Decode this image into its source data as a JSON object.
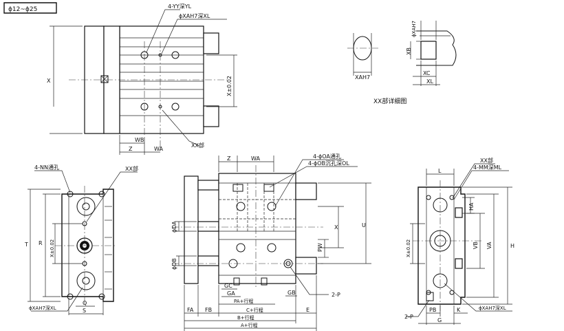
{
  "range_label": "ϕ12~ϕ25",
  "top_view": {
    "callout_yy": "4-YY深YL",
    "callout_xa": "ϕXAH7深XL",
    "dim_x": "X",
    "dim_x002": "X±0.02",
    "dim_wb": "WB",
    "dim_z": "Z",
    "dim_wa": "WA",
    "callout_xx": "XX部"
  },
  "detail": {
    "dim_xa_h7": "XAH7",
    "dim_xb": "XB",
    "dim_xa_vert": "ϕXAH7",
    "dim_xc": "XC",
    "dim_xl": "XL",
    "caption": "XX部详细图"
  },
  "left_view": {
    "callout_nn": "4-NN通孔",
    "callout_xx": "XX部",
    "dim_t": "T",
    "dim_r": "R",
    "dim_x002": "X±0.02",
    "dim_q": "Q",
    "dim_s": "S",
    "callout_xa": "ϕXAH7深XL"
  },
  "front_view": {
    "dim_z": "Z",
    "dim_wa": "WA",
    "callout_oa": "4-ϕOA通孔",
    "callout_ob": "4-ϕOB沉孔深OL",
    "dim_da": "ϕDA",
    "dim_db": "ϕDB",
    "dim_x": "X",
    "dim_u": "U",
    "dim_pw": "PW",
    "dim_gc": "GC",
    "dim_ga": "GA",
    "dim_gb": "GB",
    "callout_2p": "2-P",
    "dim_pa": "PA+行程",
    "dim_c": "C+行程",
    "dim_b": "B+行程",
    "dim_a": "A+行程",
    "dim_fa": "FA",
    "dim_fb": "FB",
    "dim_e": "E"
  },
  "right_view": {
    "dim_l": "L",
    "callout_xx": "XX部",
    "callout_mm": "4-MM深ML",
    "dim_ha": "HA",
    "dim_x002": "X±0.02",
    "dim_vb": "VB",
    "dim_va": "VA",
    "dim_h": "H",
    "callout_2p": "2-P",
    "dim_pb": "PB",
    "dim_k": "K",
    "dim_g": "G",
    "callout_xa": "ϕXAH7深XL"
  }
}
